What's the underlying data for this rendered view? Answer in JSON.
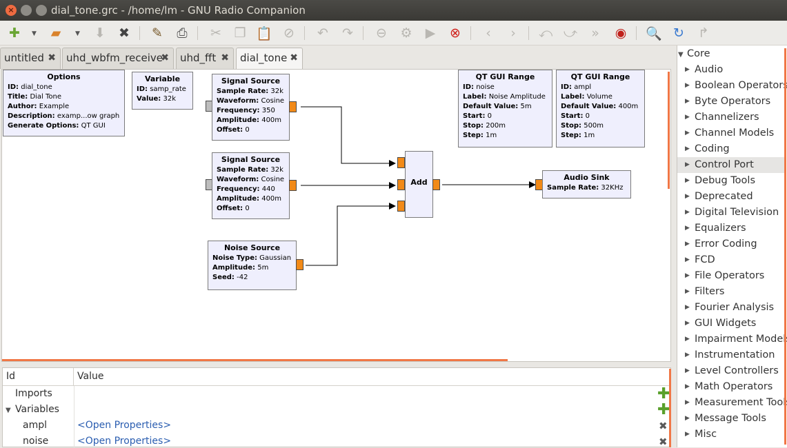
{
  "window": {
    "title": "dial_tone.grc - /home/lm - GNU Radio Companion"
  },
  "toolbar": {
    "buttons": [
      "new-icon",
      "open-icon",
      "save-icon",
      "close-icon",
      "edit-icon",
      "print-icon",
      "cut-icon",
      "copy-icon",
      "paste-icon",
      "disable-icon",
      "undo-icon",
      "redo-icon",
      "bypass-icon",
      "generate-icon",
      "execute-icon",
      "kill-icon",
      "prev-icon",
      "next-icon",
      "rotate-ccw-icon",
      "rotate-cw-icon",
      "forward-icon",
      "record-icon",
      "search-icon",
      "reload-icon",
      "lock-icon"
    ]
  },
  "tabs": [
    {
      "label": "untitled"
    },
    {
      "label": "uhd_wbfm_receive"
    },
    {
      "label": "uhd_fft"
    },
    {
      "label": "dial_tone"
    }
  ],
  "blocks": {
    "options": {
      "title": "Options",
      "params": [
        {
          "k": "ID:",
          "v": "dial_tone"
        },
        {
          "k": "Title:",
          "v": "Dial Tone"
        },
        {
          "k": "Author:",
          "v": "Example"
        },
        {
          "k": "Description:",
          "v": "examp...ow graph"
        },
        {
          "k": "Generate Options:",
          "v": "QT GUI"
        }
      ]
    },
    "variable": {
      "title": "Variable",
      "params": [
        {
          "k": "ID:",
          "v": "samp_rate"
        },
        {
          "k": "Value:",
          "v": "32k"
        }
      ]
    },
    "sig1": {
      "title": "Signal Source",
      "params": [
        {
          "k": "Sample Rate:",
          "v": "32k"
        },
        {
          "k": "Waveform:",
          "v": "Cosine"
        },
        {
          "k": "Frequency:",
          "v": "350"
        },
        {
          "k": "Amplitude:",
          "v": "400m"
        },
        {
          "k": "Offset:",
          "v": "0"
        }
      ]
    },
    "sig2": {
      "title": "Signal Source",
      "params": [
        {
          "k": "Sample Rate:",
          "v": "32k"
        },
        {
          "k": "Waveform:",
          "v": "Cosine"
        },
        {
          "k": "Frequency:",
          "v": "440"
        },
        {
          "k": "Amplitude:",
          "v": "400m"
        },
        {
          "k": "Offset:",
          "v": "0"
        }
      ]
    },
    "noise": {
      "title": "Noise Source",
      "params": [
        {
          "k": "Noise Type:",
          "v": "Gaussian"
        },
        {
          "k": "Amplitude:",
          "v": "5m"
        },
        {
          "k": "Seed:",
          "v": "-42"
        }
      ]
    },
    "range1": {
      "title": "QT GUI Range",
      "params": [
        {
          "k": "ID:",
          "v": "noise"
        },
        {
          "k": "Label:",
          "v": "Noise Amplitude"
        },
        {
          "k": "Default Value:",
          "v": "5m"
        },
        {
          "k": "Start:",
          "v": "0"
        },
        {
          "k": "Stop:",
          "v": "200m"
        },
        {
          "k": "Step:",
          "v": "1m"
        }
      ]
    },
    "range2": {
      "title": "QT GUI Range",
      "params": [
        {
          "k": "ID:",
          "v": "ampl"
        },
        {
          "k": "Label:",
          "v": "Volume"
        },
        {
          "k": "Default Value:",
          "v": "400m"
        },
        {
          "k": "Start:",
          "v": "0"
        },
        {
          "k": "Stop:",
          "v": "500m"
        },
        {
          "k": "Step:",
          "v": "1m"
        }
      ]
    },
    "add": {
      "title": "Add"
    },
    "sink": {
      "title": "Audio Sink",
      "params": [
        {
          "k": "Sample Rate:",
          "v": "32KHz"
        }
      ]
    }
  },
  "bottom_panel": {
    "col_id": "Id",
    "col_value": "Value",
    "imports": "Imports",
    "variables": "Variables",
    "rows": [
      {
        "id": "ampl",
        "value": "<Open Properties>"
      },
      {
        "id": "noise",
        "value": "<Open Properties>"
      }
    ]
  },
  "tree": {
    "root": "Core",
    "items": [
      "Audio",
      "Boolean Operators",
      "Byte Operators",
      "Channelizers",
      "Channel Models",
      "Coding",
      "Control Port",
      "Debug Tools",
      "Deprecated",
      "Digital Television",
      "Equalizers",
      "Error Coding",
      "FCD",
      "File Operators",
      "Filters",
      "Fourier Analysis",
      "GUI Widgets",
      "Impairment Models",
      "Instrumentation",
      "Level Controllers",
      "Math Operators",
      "Measurement Tools",
      "Message Tools",
      "Misc"
    ],
    "selected": "Control Port"
  }
}
